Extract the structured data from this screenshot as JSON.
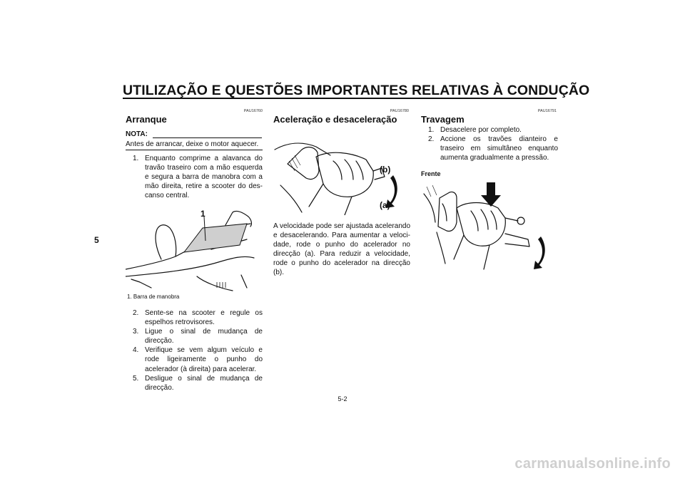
{
  "chapter_number": "5",
  "page_title": "UTILIZAÇÃO E QUESTÕES IMPORTANTES RELATIVAS À CONDUÇÃO",
  "page_number": "5-2",
  "watermark": "carmanualsonline.info",
  "col1": {
    "code": "PAU16760",
    "heading": "Arranque",
    "nota_label": "NOTA:",
    "nota_text": "Antes de arrancar, deixe o motor aquecer.",
    "step1_num": "1.",
    "step1_text": "Enquanto comprime a alavanca do travão traseiro com a mão esquerda e segura a barra de manobra com a mão direita, retire a scooter do des­canso central.",
    "figure_callout": "1",
    "figure_caption": "1. Barra de manobra",
    "steps": [
      {
        "num": "2.",
        "text": "Sente-se na scooter e regule os espe­lhos retrovisores."
      },
      {
        "num": "3.",
        "text": "Ligue o sinal de mudança de direcção."
      },
      {
        "num": "4.",
        "text": "Verifique se vem algum veículo e rode ligeiramente o punho do acelerador (à direita) para acelerar."
      },
      {
        "num": "5.",
        "text": "Desligue o sinal de mudança de direc­ção."
      }
    ]
  },
  "col2": {
    "code": "PAU16780",
    "heading": "Aceleração e desaceleração",
    "label_b": "(b)",
    "label_a": "(a)",
    "paragraph": "A velocidade pode ser ajustada acelerando e desacelerando. Para aumentar a veloci­dade, rode o punho do acelerador no direc­ção (a). Para reduzir a velocidade, rode o punho do acelerador na direcção (b)."
  },
  "col3": {
    "code": "PAU16791",
    "heading": "Travagem",
    "steps": [
      {
        "num": "1.",
        "text": "Desacelere por completo."
      },
      {
        "num": "2.",
        "text": "Accione os travões dianteiro e traseiro em simultâneo enquanto aumenta gradualmente a pressão."
      }
    ],
    "figure_label": "Frente"
  }
}
